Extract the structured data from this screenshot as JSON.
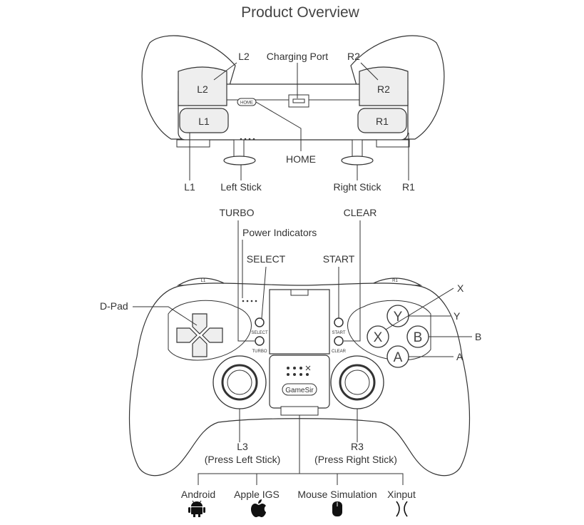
{
  "title": "Product Overview",
  "top_view": {
    "l2": "L2",
    "charging_port": "Charging Port",
    "r2": "R2",
    "home_badge": "HOME",
    "home": "HOME",
    "l1": "L1",
    "left_stick": "Left Stick",
    "right_stick": "Right Stick",
    "r1": "R1"
  },
  "front_view": {
    "turbo": "TURBO",
    "clear": "CLEAR",
    "power_indicators": "Power Indicators",
    "select": "SELECT",
    "start": "START",
    "x": "X",
    "y": "Y",
    "b": "B",
    "a": "A",
    "dpad": "D-Pad",
    "select_small": "SELECT",
    "turbo_small": "TURBO",
    "start_small": "START",
    "clear_small": "CLEAR",
    "l3_line1": "L3",
    "l3_line2": "(Press Left Stick)",
    "r3_line1": "R3",
    "r3_line2": "(Press Right Stick)",
    "brand": "GameSir",
    "btn_y": "Y",
    "btn_x": "X",
    "btn_b": "B",
    "btn_a": "A",
    "l1_cap": "L1",
    "r1_cap": "R1"
  },
  "modes": [
    {
      "label": "Android",
      "icon": "android-icon"
    },
    {
      "label": "Apple IGS",
      "icon": "apple-icon"
    },
    {
      "label": "Mouse Simulation",
      "icon": "mouse-icon"
    },
    {
      "label": "Xinput",
      "icon": "xinput-icon"
    }
  ]
}
